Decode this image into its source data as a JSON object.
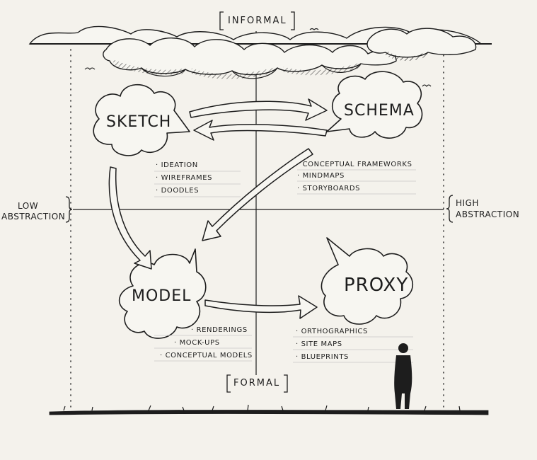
{
  "axes": {
    "top": "INFORMAL",
    "bottom": "FORMAL",
    "left_line1": "LOW",
    "left_line2": "ABSTRACTION",
    "right_line1": "HIGH",
    "right_line2": "ABSTRACTION"
  },
  "nodes": {
    "sketch": {
      "label": "SKETCH",
      "items": [
        "IDEATION",
        "WIREFRAMES",
        "DOODLES"
      ]
    },
    "schema": {
      "label": "SCHEMA",
      "items": [
        "CONCEPTUAL FRAMEWORKS",
        "MINDMAPS",
        "STORYBOARDS"
      ]
    },
    "model": {
      "label": "MODEL",
      "items": [
        "RENDERINGS",
        "MOCK-UPS",
        "CONCEPTUAL MODELS"
      ]
    },
    "proxy": {
      "label": "PROXY",
      "items": [
        "ORTHOGRAPHICS",
        "SITE MAPS",
        "BLUEPRINTS"
      ]
    }
  },
  "colors": {
    "background": "#f4f2ec",
    "ink": "#1d1d1d",
    "rule": "#c9c9c9"
  }
}
